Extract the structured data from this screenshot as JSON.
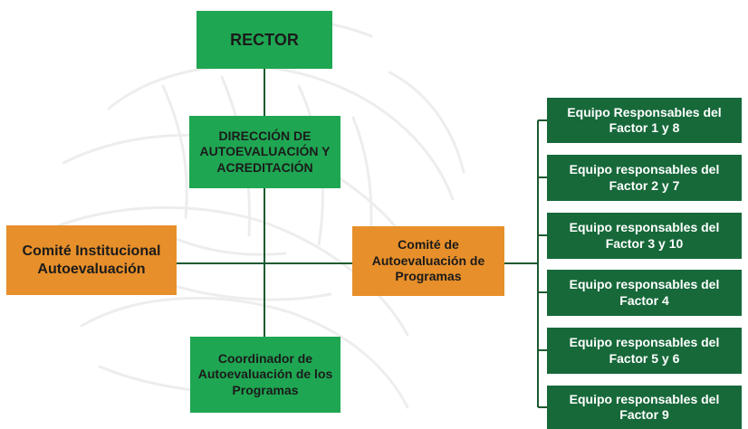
{
  "colors": {
    "light_green": "#1fa652",
    "dark_green": "#17693a",
    "orange": "#e78f2a",
    "connector": "#1e5a30"
  },
  "nodes": {
    "rector": "RECTOR",
    "direccion": "DIRECCIÓN DE AUTOEVALUACIÓN Y ACREDITACIÓN",
    "comite_institucional": "Comité Institucional Autoevaluación",
    "comite_programas": "Comité de Autoevaluación de Programas",
    "coordinador": "Coordinador de Autoevaluación de los Programas"
  },
  "teams": [
    "Equipo Responsables del Factor 1 y 8",
    "Equipo responsables del Factor 2 y 7",
    "Equipo responsables del Factor 3 y 10",
    "Equipo responsables del Factor 4",
    "Equipo responsables del Factor 5 y 6",
    "Equipo responsables del Factor 9"
  ]
}
